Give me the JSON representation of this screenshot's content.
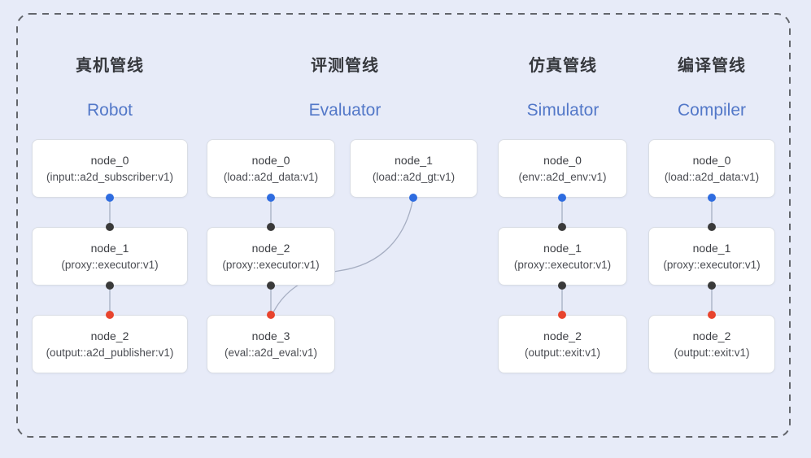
{
  "pipelines": [
    {
      "title_zh": "真机管线",
      "title_en": "Robot",
      "nodes": [
        {
          "name": "node_0",
          "detail": "(input::a2d_subscriber:v1)"
        },
        {
          "name": "node_1",
          "detail": "(proxy::executor:v1)"
        },
        {
          "name": "node_2",
          "detail": "(output::a2d_publisher:v1)"
        }
      ]
    },
    {
      "title_zh": "评测管线",
      "title_en": "Evaluator",
      "nodes": [
        {
          "name": "node_0",
          "detail": "(load::a2d_data:v1)"
        },
        {
          "name": "node_1",
          "detail": "(load::a2d_gt:v1)"
        },
        {
          "name": "node_2",
          "detail": "(proxy::executor:v1)"
        },
        {
          "name": "node_3",
          "detail": "(eval::a2d_eval:v1)"
        }
      ]
    },
    {
      "title_zh": "仿真管线",
      "title_en": "Simulator",
      "nodes": [
        {
          "name": "node_0",
          "detail": "(env::a2d_env:v1)"
        },
        {
          "name": "node_1",
          "detail": "(proxy::executor:v1)"
        },
        {
          "name": "node_2",
          "detail": "(output::exit:v1)"
        }
      ]
    },
    {
      "title_zh": "编译管线",
      "title_en": "Compiler",
      "nodes": [
        {
          "name": "node_0",
          "detail": "(load::a2d_data:v1)"
        },
        {
          "name": "node_1",
          "detail": "(proxy::executor:v1)"
        },
        {
          "name": "node_2",
          "detail": "(output::exit:v1)"
        }
      ]
    }
  ],
  "colors": {
    "background": "#e7ebf8",
    "output_port_blue": "#2e6ce0",
    "mid_port_black": "#3a3a3a",
    "input_port_red": "#e8442e",
    "edge_line": "#a6aec2",
    "title_en_blue": "#5378c8",
    "title_zh_dark": "#36383d",
    "dashed_boundary": "#63666c",
    "node_box_bg": "#ffffff",
    "node_box_border": "#d9dde4"
  }
}
